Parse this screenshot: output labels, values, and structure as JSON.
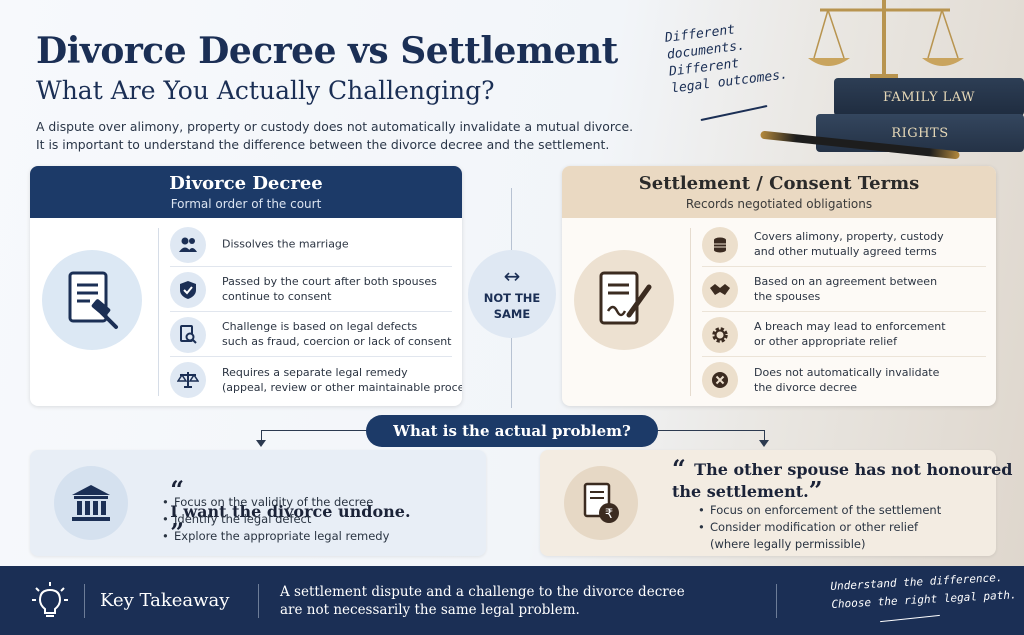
{
  "header": {
    "title": "Divorce Decree vs Settlement",
    "subtitle": "What Are You Actually Challenging?",
    "intro_line1": "A dispute over alimony, property or custody does not automatically invalidate a mutual divorce.",
    "intro_line2": "It is important to understand the difference between the divorce decree and the settlement.",
    "note_line1": "Different",
    "note_line2": "documents.",
    "note_line3": "Different",
    "note_line4": "legal outcomes.",
    "book_top": "FAMILY LAW",
    "book_bottom": "RIGHTS"
  },
  "decree": {
    "title": "Divorce Decree",
    "subtitle": "Formal order of the court",
    "items": [
      {
        "icon": "people-icon",
        "text": "Dissolves the marriage"
      },
      {
        "icon": "shield-check-icon",
        "text": "Passed by the court after both spouses\ncontinue to consent"
      },
      {
        "icon": "document-search-icon",
        "text": "Challenge is based on legal defects\nsuch as fraud, coercion or lack of consent"
      },
      {
        "icon": "scales-icon",
        "text": "Requires a separate legal remedy\n(appeal, review or other maintainable proceeding)"
      }
    ]
  },
  "settlement": {
    "title": "Settlement / Consent Terms",
    "subtitle": "Records negotiated obligations",
    "items": [
      {
        "icon": "coins-icon",
        "text": "Covers alimony, property, custody\nand other mutually agreed terms"
      },
      {
        "icon": "handshake-icon",
        "text": "Based on an agreement between\nthe spouses"
      },
      {
        "icon": "gear-icon",
        "text": "A breach may lead to enforcement\nor other appropriate relief"
      },
      {
        "icon": "x-circle-icon",
        "text": "Does not automatically invalidate\nthe divorce decree"
      }
    ]
  },
  "center": {
    "arrow": "↔",
    "label": "NOT THE\nSAME"
  },
  "question": "What is the actual problem?",
  "scenario_left": {
    "quote": "I want the divorce undone.",
    "bullets": [
      "Focus on the validity of the decree",
      "Identify the legal defect",
      "Explore the appropriate legal remedy"
    ]
  },
  "scenario_right": {
    "quote": "The other spouse has not honoured\nthe settlement.",
    "bullets": [
      "Focus on enforcement of the settlement",
      "Consider modification or other relief\n(where legally permissible)"
    ]
  },
  "footer": {
    "label": "Key Takeaway",
    "text_line1": "A settlement dispute and a challenge to the divorce decree",
    "text_line2": "are not necessarily the same legal problem.",
    "note_line1": "Understand the difference.",
    "note_line2": "Choose the right legal path."
  },
  "colors": {
    "navy": "#1c3a68",
    "beige": "#ead9c2",
    "dark_blue": "#1b2f55"
  }
}
